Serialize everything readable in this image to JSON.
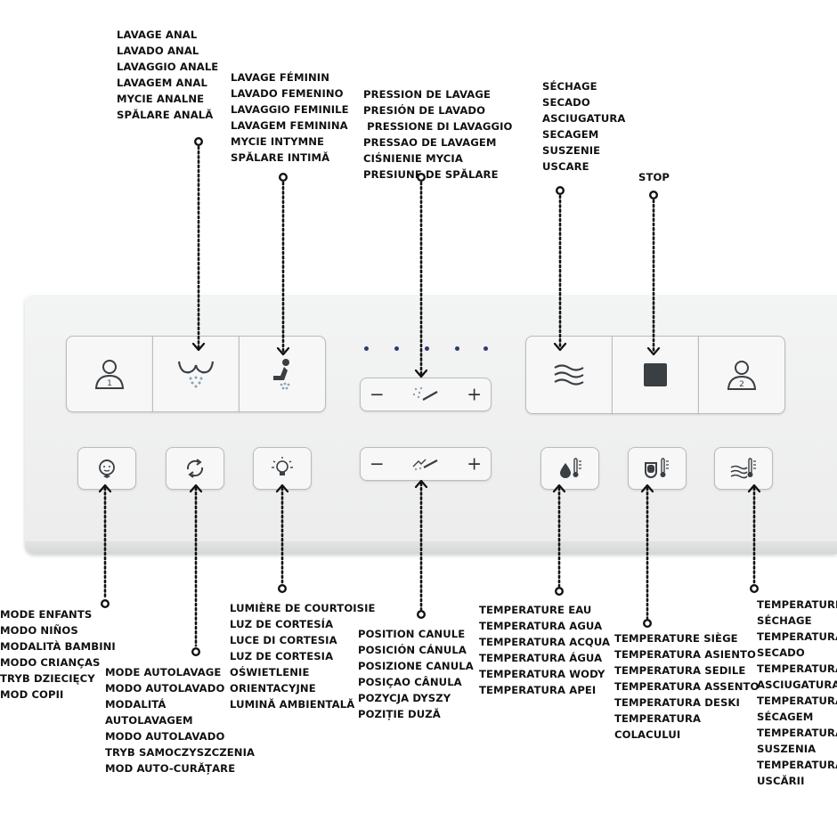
{
  "labels": {
    "anal_wash": [
      "LAVAGE ANAL",
      "LAVADO ANAL",
      "LAVAGGIO ANALE",
      "LAVAGEM ANAL",
      "MYCIE ANALNE",
      "SPĂLARE ANALĂ"
    ],
    "feminine_wash": [
      "LAVAGE FÉMININ",
      "LAVADO FEMENINO",
      "LAVAGGIO FEMINILE",
      "LAVAGEM FEMININA",
      "MYCIE INTYMNE",
      "SPĂLARE INTIMĂ"
    ],
    "wash_pressure": [
      "PRESSION DE LAVAGE",
      "PRESIÓN DE LAVADO",
      " PRESSIONE DI LAVAGGIO",
      "PRESSAO DE LAVAGEM",
      "CIŚNIENIE MYCIA",
      "PRESIUNE DE SPĂLARE"
    ],
    "drying": [
      "SÉCHAGE",
      "SECADO",
      "ASCIUGATURA",
      "SECAGEM",
      "SUSZENIE",
      "USCARE"
    ],
    "stop": [
      "STOP"
    ],
    "child_mode": [
      "MODE ENFANTS",
      "MODO NIÑOS",
      "MODALITÀ BAMBINI",
      "MODO CRIANÇAS",
      "TRYB DZIECIĘCY",
      "MOD COPII"
    ],
    "auto_wash": [
      "MODE AUTOLAVAGE",
      "MODO AUTOLAVADO",
      "MODALITÁ",
      "AUTOLAVAGEM",
      "MODO AUTOLAVADO",
      "TRYB SAMOCZYSZCZENIA",
      "MOD AUTO-CURĂȚARE"
    ],
    "night_light": [
      "LUMIÈRE DE COURTOISIE",
      "LUZ DE CORTESÍA",
      "LUCE DI CORTESIA",
      "LUZ DE CORTESIA",
      "OŚWIETLENIE",
      "ORIENTACYJNE",
      "LUMINĂ AMBIENTALĂ"
    ],
    "nozzle_position": [
      "POSITION CANULE",
      "POSICIÓN CÁNULA",
      "POSIZIONE CANULA",
      "POSIÇAO CÂNULA",
      "POZYCJA DYSZY",
      "POZIȚIE DUZĂ"
    ],
    "water_temp": [
      "TEMPERATURE EAU",
      "TEMPERATURA AGUA",
      "TEMPERATURA ACQUA",
      "TEMPERATURA ÁGUA",
      "TEMPERATURA WODY",
      "TEMPERATURA APEI"
    ],
    "seat_temp": [
      "TEMPERATURE SIÈGE",
      "TEMPERATURA ASIENTO",
      "TEMPERATURA SEDILE",
      "TEMPERATURA ASSENTO",
      "TEMPERATURA DESKI",
      "TEMPERATURA",
      "COLACULUI"
    ],
    "dry_temp": [
      "TEMPERATURE",
      "SÉCHAGE",
      "TEMPERATURA",
      "SECADO",
      "TEMPERATURA",
      "ASCIUGATURA",
      "TEMPERATURA",
      "SÉCAGEM",
      "TEMPERATURA",
      "SUSZENIA",
      "TEMPERATURA",
      "USCĂRII"
    ]
  },
  "buttons": {
    "user1": {
      "icon": "user-1-icon",
      "number": "1"
    },
    "user2": {
      "icon": "user-2-icon",
      "number": "2"
    },
    "anal_wash": {
      "icon": "anal-wash-icon"
    },
    "feminine_wash": {
      "icon": "feminine-wash-icon"
    },
    "drying": {
      "icon": "drying-waves-icon"
    },
    "stop": {
      "icon": "stop-square-icon"
    },
    "pressure": {
      "minus": "−",
      "plus": "+",
      "icon": "spray-pressure-icon"
    },
    "position": {
      "minus": "−",
      "plus": "+",
      "icon": "nozzle-position-icon"
    },
    "child": {
      "icon": "child-face-icon"
    },
    "auto": {
      "icon": "refresh-arrows-icon"
    },
    "light": {
      "icon": "light-bulb-icon"
    },
    "water_temp": {
      "icon": "water-drop-thermometer-icon"
    },
    "seat_temp": {
      "icon": "seat-thermometer-icon"
    },
    "dry_temp": {
      "icon": "air-thermometer-icon"
    }
  },
  "leds": 5,
  "colors": {
    "panel": "#efefef",
    "button": "#f7f7f7",
    "icon": "#3a3f44",
    "accent": "#b7c7d3",
    "led": "#2d3b6e"
  }
}
